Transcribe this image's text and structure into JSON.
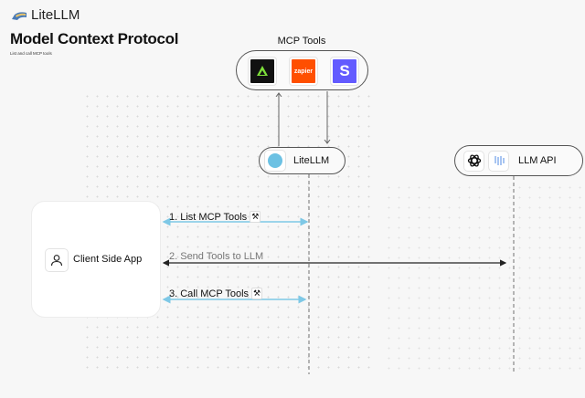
{
  "header": {
    "logo_text": "LiteLLM",
    "title": "Model Context Protocol",
    "subtitle": "List and call MCP tools"
  },
  "mcp_tools": {
    "label": "MCP Tools",
    "tools": [
      {
        "name": "atlas-icon",
        "color": "#111111"
      },
      {
        "name": "zapier-icon",
        "text": "zapier",
        "color": "#ff4f00"
      },
      {
        "name": "stripe-icon",
        "text": "S",
        "color": "#635bff"
      }
    ]
  },
  "nodes": {
    "litellm": "LiteLLM",
    "llm_api": "LLM API",
    "client": "Client Side App"
  },
  "steps": [
    {
      "label": "1. List MCP Tools",
      "badge": "⚒",
      "color": "#7ec8e6"
    },
    {
      "label": "2. Send Tools to LLM",
      "color": "#222222"
    },
    {
      "label": "3. Call MCP Tools",
      "badge": "⚒",
      "color": "#7ec8e6"
    }
  ]
}
